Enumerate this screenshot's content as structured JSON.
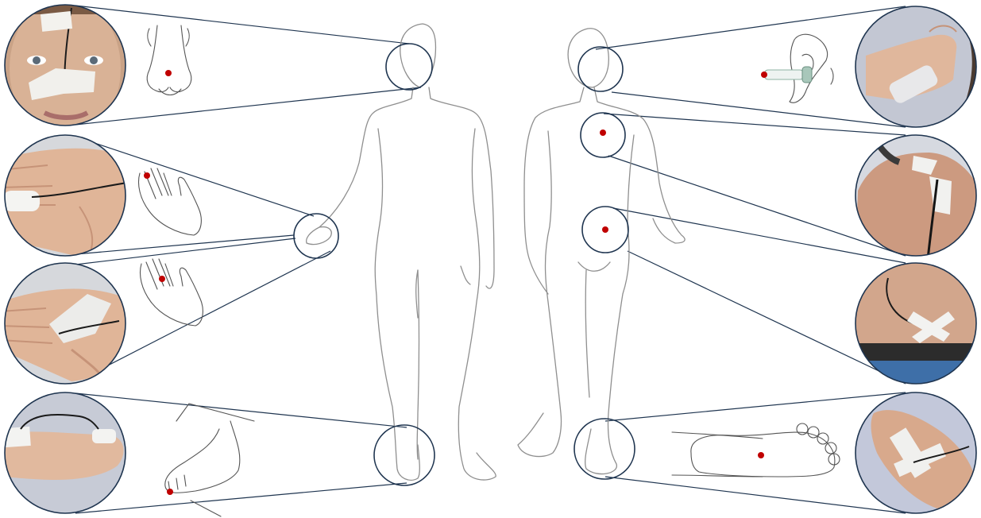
{
  "colors": {
    "leader": "#1f3550",
    "marker": "#c00000",
    "outline": "#8f8f8f",
    "photo_bg": "#cfd3dc",
    "skin": "#e2b89d",
    "tape": "#f0f0ee"
  },
  "sites": [
    {
      "id": "nose",
      "photo": "face-with-nasal-tape",
      "sketch": "nose-icon"
    },
    {
      "id": "index-finger",
      "photo": "hand-finger-probe",
      "sketch": "hand-index-icon"
    },
    {
      "id": "middle-finger",
      "photo": "hand-finger-taped",
      "sketch": "hand-middle-icon"
    },
    {
      "id": "great-toe",
      "photo": "foot-toe-probe",
      "sketch": "foot-toe-icon"
    },
    {
      "id": "ear",
      "photo": "ear-probe-insertion",
      "sketch": "ear-thermometer-icon"
    },
    {
      "id": "upper-back",
      "photo": "shoulder-probe",
      "sketch": "upper-back-marker"
    },
    {
      "id": "lower-back",
      "photo": "lower-back-probe",
      "sketch": "lower-back-marker"
    },
    {
      "id": "sole",
      "photo": "sole-probe",
      "sketch": "sole-icon"
    }
  ]
}
